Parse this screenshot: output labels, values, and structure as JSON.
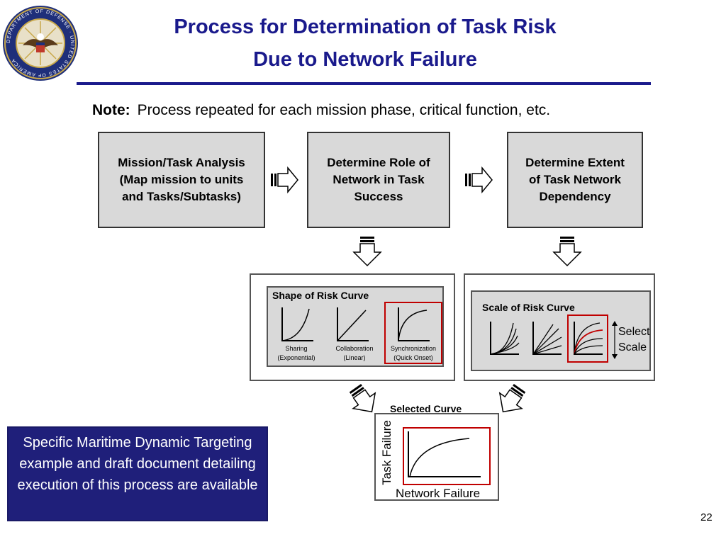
{
  "title": {
    "line1": "Process for Determination of Task Risk",
    "line2": "Due to Network Failure"
  },
  "logo": {
    "seal_text": "DEPARTMENT OF DEFENSE · UNITED STATES OF AMERICA",
    "icon": "dod-seal-icon"
  },
  "note": {
    "label": "Note:",
    "text": "Process repeated for each mission phase, critical function, etc."
  },
  "steps": [
    {
      "lines": [
        "Mission/Task Analysis",
        "(Map mission to units",
        "and Tasks/Subtasks)"
      ]
    },
    {
      "lines": [
        "Determine Role of",
        "Network in Task",
        "Success"
      ]
    },
    {
      "lines": [
        "Determine Extent",
        "of Task Network",
        "Dependency"
      ]
    }
  ],
  "shape_panel": {
    "title": "Shape of Risk Curve",
    "curves": [
      {
        "label_line1": "Sharing",
        "label_line2": "(Exponential)"
      },
      {
        "label_line1": "Collaboration",
        "label_line2": "(Linear)"
      },
      {
        "label_line1": "Synchronization",
        "label_line2": "(Quick Onset)"
      }
    ]
  },
  "scale_panel": {
    "title": "Scale of Risk Curve",
    "select_line1": "Select",
    "select_line2": "Scale"
  },
  "selected_panel": {
    "title": "Selected Curve",
    "y_label": "Task Failure",
    "x_label": "Network Failure"
  },
  "callout": {
    "text": "Specific Maritime Dynamic Targeting example and draft document detailing execution of this process are available"
  },
  "page_number": "22",
  "colors": {
    "title": "#1a1a8c",
    "highlight": "#c00000",
    "callout_bg": "#1f1f7a",
    "box_fill": "#d9d9d9"
  }
}
